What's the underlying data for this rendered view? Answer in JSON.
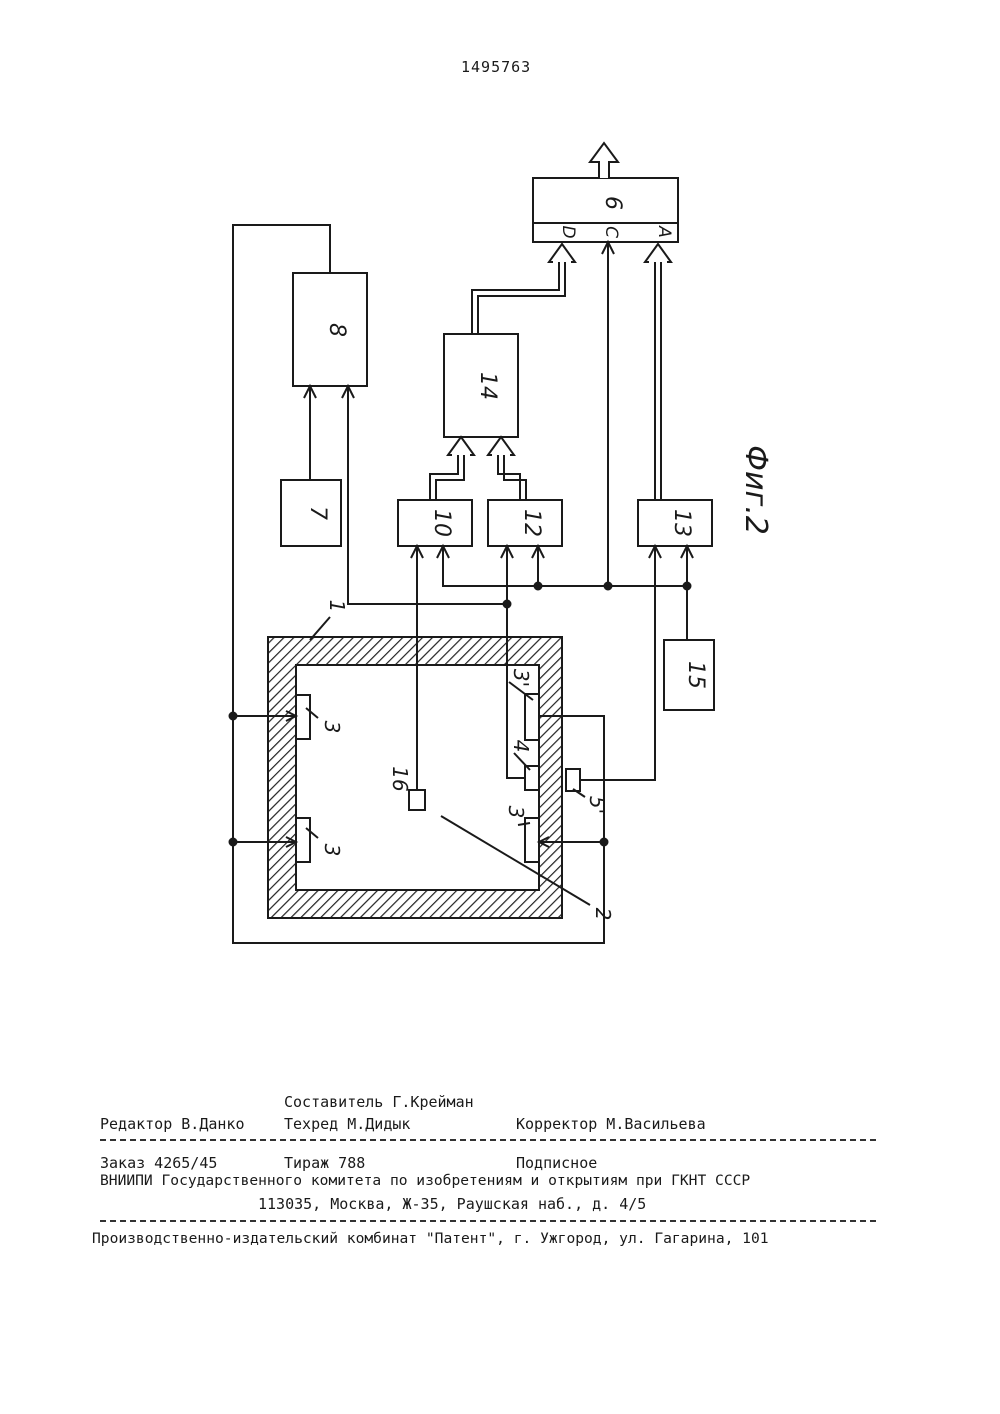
{
  "patent_number": "1495763",
  "figure": {
    "caption": "Фиг.2",
    "blocks": {
      "b6": "6",
      "b7": "7",
      "b8": "8",
      "b10": "10",
      "b12": "12",
      "b13": "13",
      "b14": "14",
      "b15": "15"
    },
    "inputs6": {
      "d": "D",
      "c": "C",
      "a": "A"
    },
    "labels": {
      "l1": "1",
      "l2": "2",
      "l3a": "3",
      "l3b": "3",
      "l3c": "3",
      "l3prime": "3'",
      "l4": "4",
      "l5": "5'",
      "l16": "16"
    }
  },
  "imprint": {
    "compiler": "Составитель Г.Крейман",
    "editor": "Редактор В.Данко",
    "techred": "Техред М.Дидык",
    "corrector": "Корректор М.Васильева",
    "order": "Заказ 4265/45",
    "print_run": "Тираж 788",
    "subscription": "Подписное",
    "institute": "ВНИИПИ Государственного комитета по изобретениям и открытиям при ГКНТ СССР",
    "address": "113035, Москва, Ж-35, Раушская наб., д. 4/5",
    "printer": "Производственно-издательский комбинат \"Патент\", г. Ужгород, ул. Гагарина, 101"
  }
}
